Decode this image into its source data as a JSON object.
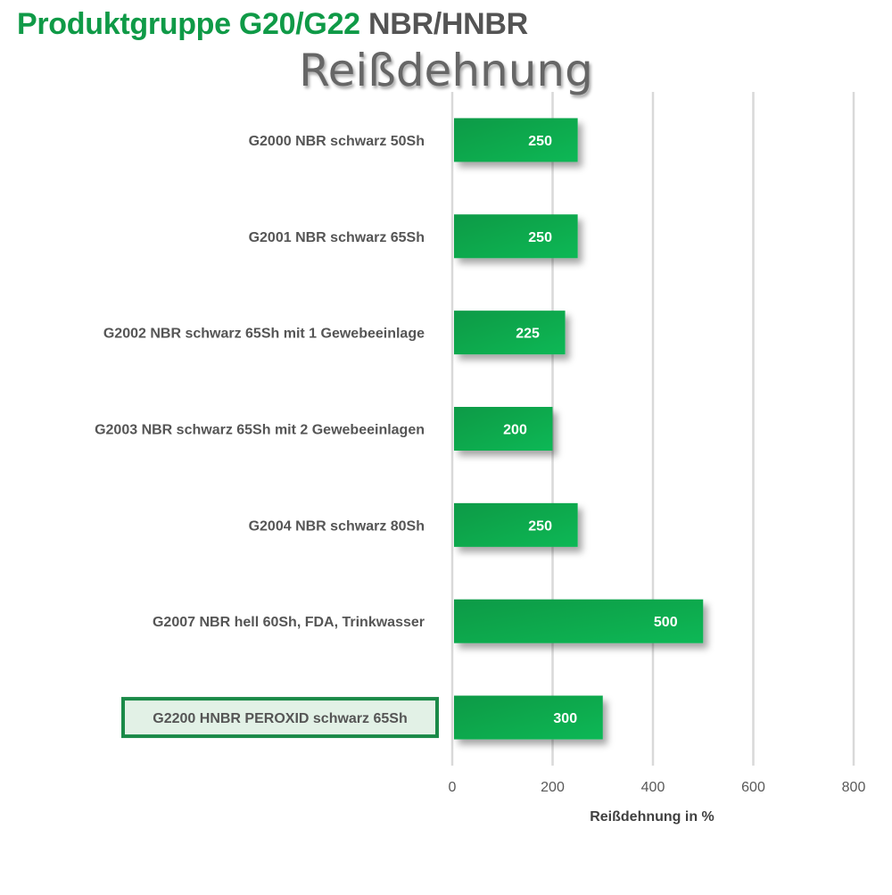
{
  "header": {
    "title_green": "Produktgruppe G20/G22",
    "title_grey": "NBR/HNBR",
    "subtitle": "Reißdehnung"
  },
  "colors": {
    "bar": "#0fa84c",
    "bar_light": "#00b050",
    "title_green": "#0f9a47",
    "highlight_border": "#1a8a48",
    "highlight_fill": "#e2f1e6",
    "grid": "#d9d9d9"
  },
  "chart_data": {
    "type": "bar",
    "orientation": "horizontal",
    "categories": [
      "G2000 NBR schwarz 50Sh",
      "G2001 NBR schwarz 65Sh",
      "G2002 NBR schwarz 65Sh mit 1 Gewebeeinlage",
      "G2003 NBR schwarz 65Sh mit 2 Gewebeeinlagen",
      "G2004 NBR schwarz 80Sh",
      "G2007 NBR hell 60Sh, FDA,  Trinkwasser",
      "G2200 HNBR PEROXID schwarz 65Sh"
    ],
    "values": [
      250,
      250,
      225,
      200,
      250,
      500,
      300
    ],
    "highlighted_category": "G2200 HNBR PEROXID schwarz 65Sh",
    "xlabel": "Reißdehnung in %",
    "xlim": [
      0,
      800
    ],
    "xticks": [
      0,
      200,
      400,
      600,
      800
    ],
    "grid": true,
    "data_labels": true
  }
}
